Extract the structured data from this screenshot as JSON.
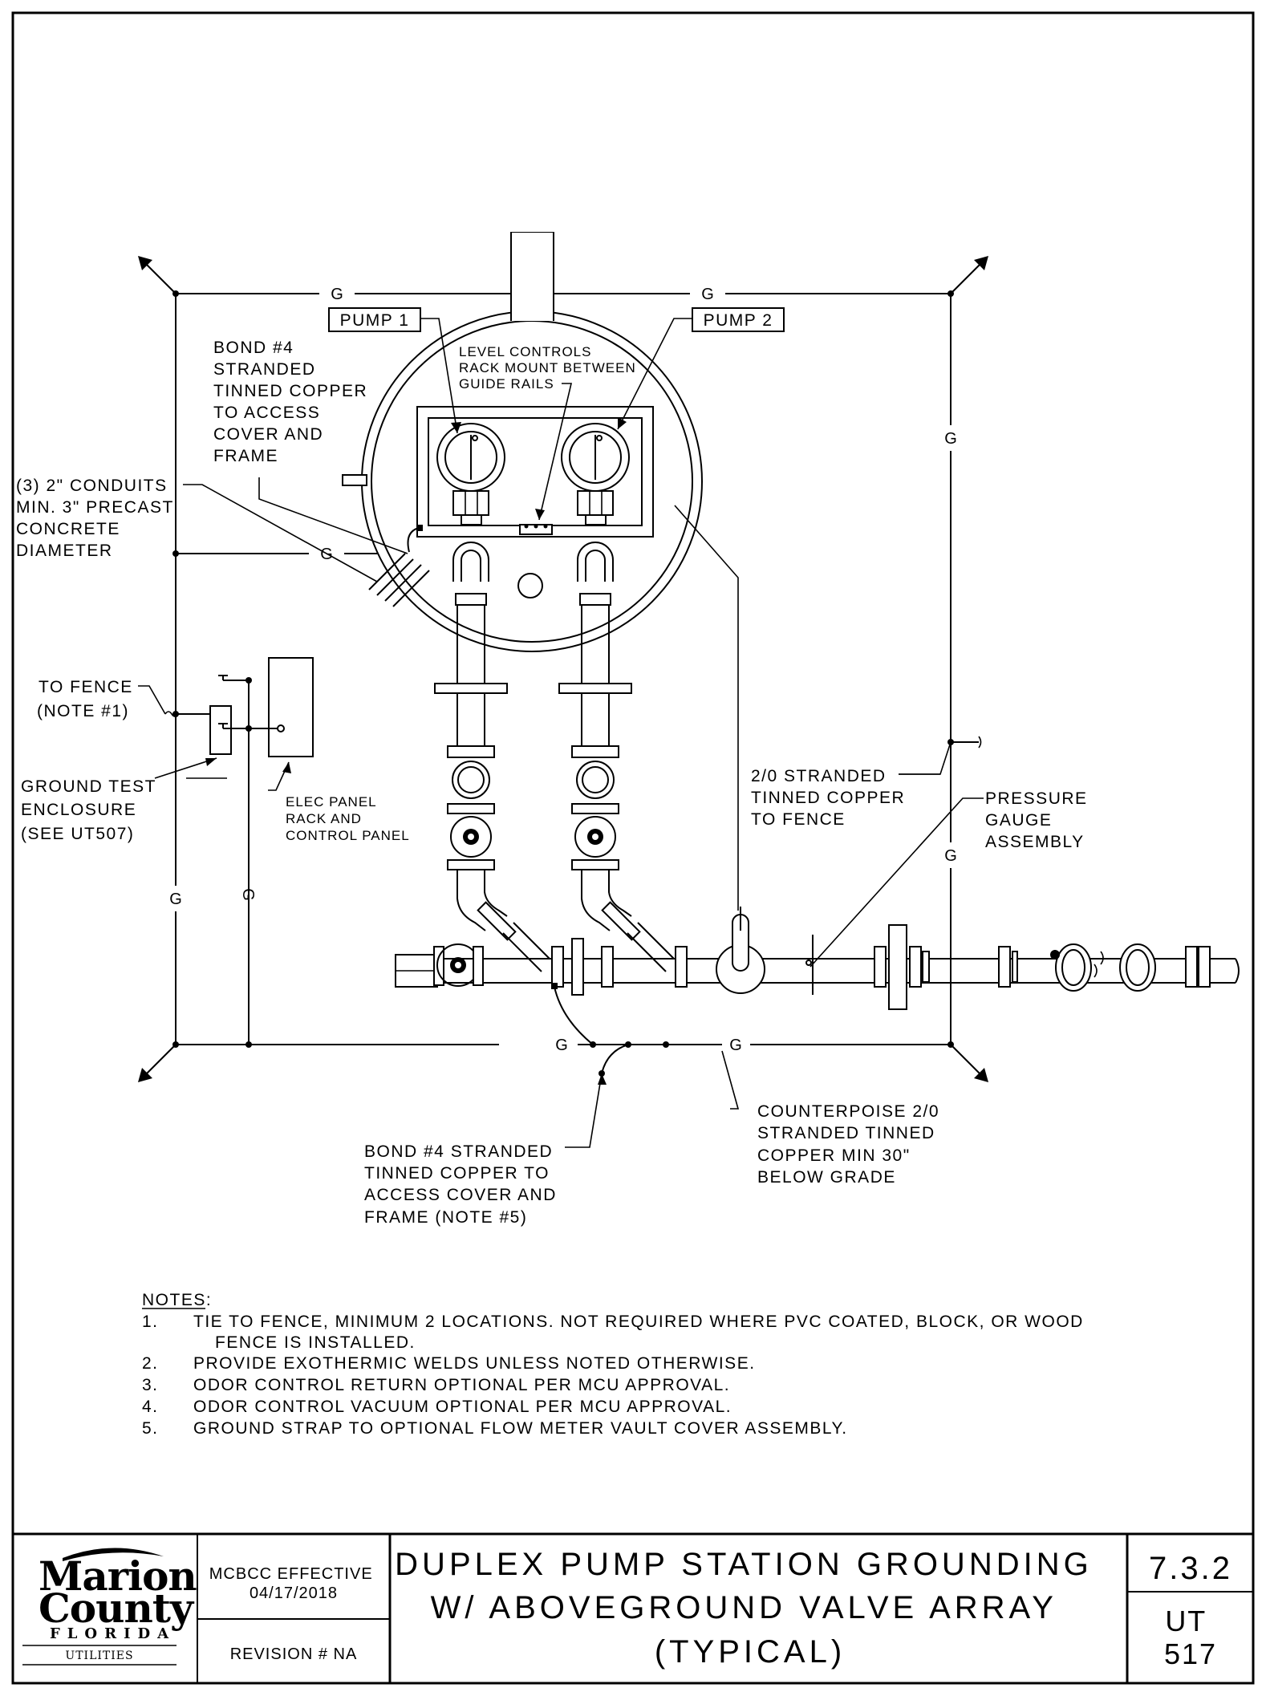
{
  "drawing": {
    "labels": {
      "pump1": "PUMP 1",
      "pump2": "PUMP 2",
      "level_controls": [
        "LEVEL CONTROLS",
        "RACK MOUNT BETWEEN",
        "GUIDE RAILS"
      ],
      "bond_access_cover": [
        "BOND #4",
        "STRANDED",
        "TINNED COPPER",
        "TO ACCESS",
        "COVER AND",
        "FRAME"
      ],
      "conduits": [
        "(3) 2\" CONDUITS",
        "MIN. 3\" PRECAST",
        "CONCRETE",
        "DIAMETER"
      ],
      "to_fence": [
        "TO FENCE",
        "(NOTE #1)"
      ],
      "ground_test": [
        "GROUND TEST",
        "ENCLOSURE",
        "(SEE UT507)"
      ],
      "elec_panel": [
        "ELEC PANEL",
        "RACK AND",
        "CONTROL PANEL"
      ],
      "stranded_to_fence": [
        "2/0 STRANDED",
        "TINNED COPPER",
        "TO FENCE"
      ],
      "pressure_gauge": [
        "PRESSURE",
        "GAUGE",
        "ASSEMBLY"
      ],
      "bond_note5": [
        "BOND #4 STRANDED",
        "TINNED COPPER TO",
        "ACCESS COVER AND",
        "FRAME (NOTE #5)"
      ],
      "counterpoise": [
        "COUNTERPOISE 2/0",
        "STRANDED TINNED",
        "COPPER MIN 30\"",
        "BELOW GRADE"
      ],
      "ground_marker": "G"
    }
  },
  "notes": {
    "heading": "NOTES:",
    "items": [
      {
        "num": "1.",
        "lines": [
          "TIE TO FENCE, MINIMUM 2 LOCATIONS. NOT REQUIRED WHERE PVC COATED, BLOCK, OR WOOD",
          "FENCE IS INSTALLED."
        ]
      },
      {
        "num": "2.",
        "lines": [
          "PROVIDE EXOTHERMIC WELDS UNLESS NOTED OTHERWISE."
        ]
      },
      {
        "num": "3.",
        "lines": [
          "ODOR CONTROL RETURN OPTIONAL PER MCU APPROVAL."
        ]
      },
      {
        "num": "4.",
        "lines": [
          "ODOR CONTROL VACUUM OPTIONAL PER MCU APPROVAL."
        ]
      },
      {
        "num": "5.",
        "lines": [
          "GROUND STRAP TO OPTIONAL FLOW METER VAULT COVER ASSEMBLY."
        ]
      }
    ]
  },
  "title_block": {
    "logo": {
      "line1": "Marion",
      "line2": "County",
      "state": "FLORIDA",
      "dept": "UTILITIES"
    },
    "effective": [
      "MCBCC EFFECTIVE",
      "04/17/2018"
    ],
    "revision": "REVISION # NA",
    "title": [
      "DUPLEX PUMP STATION GROUNDING",
      "W/ ABOVEGROUND VALVE ARRAY",
      "(TYPICAL)"
    ],
    "section": "7.3.2",
    "detail": [
      "UT",
      "517"
    ]
  }
}
